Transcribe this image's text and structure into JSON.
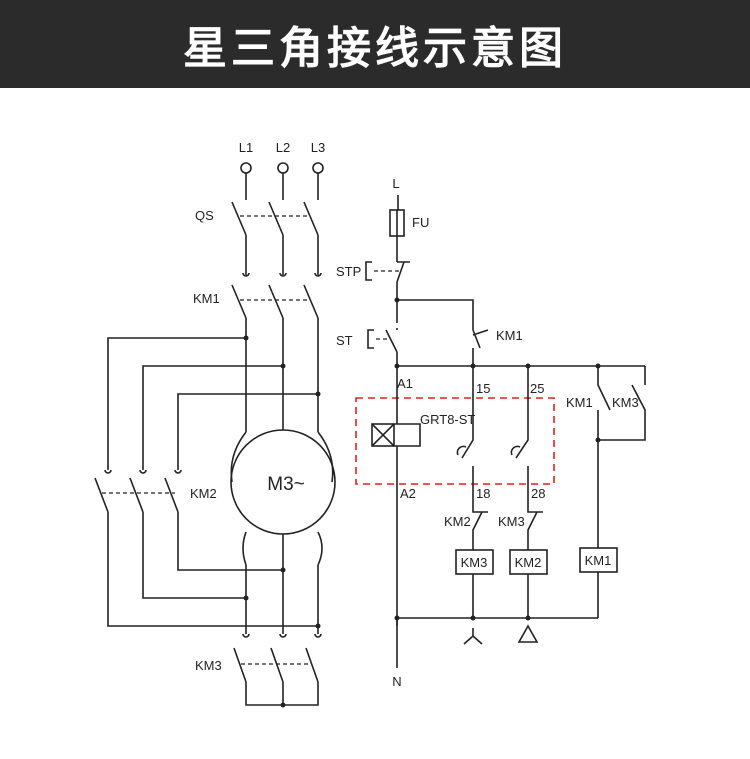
{
  "title": "星三角接线示意图",
  "colors": {
    "banner_bg": "#2b2b2b",
    "relay_box": "#e02020",
    "line": "#222222"
  },
  "labels": {
    "l1": "L1",
    "l2": "L2",
    "l3": "L3",
    "qs": "QS",
    "km1_main": "KM1",
    "km2_main": "KM2",
    "km3_main": "KM3",
    "motor": "M3~",
    "l": "L",
    "fu": "FU",
    "stp": "STP",
    "st": "ST",
    "km1_contact": "KM1",
    "a1": "A1",
    "a2": "A2",
    "t15": "15",
    "t25": "25",
    "t18": "18",
    "t28": "28",
    "relay": "GRT8-ST",
    "km1_aux": "KM1",
    "km3_aux": "KM3",
    "km2_nc": "KM2",
    "km3_nc": "KM3",
    "coil_km3": "KM3",
    "coil_km2": "KM2",
    "coil_km1": "KM1",
    "n": "N"
  }
}
